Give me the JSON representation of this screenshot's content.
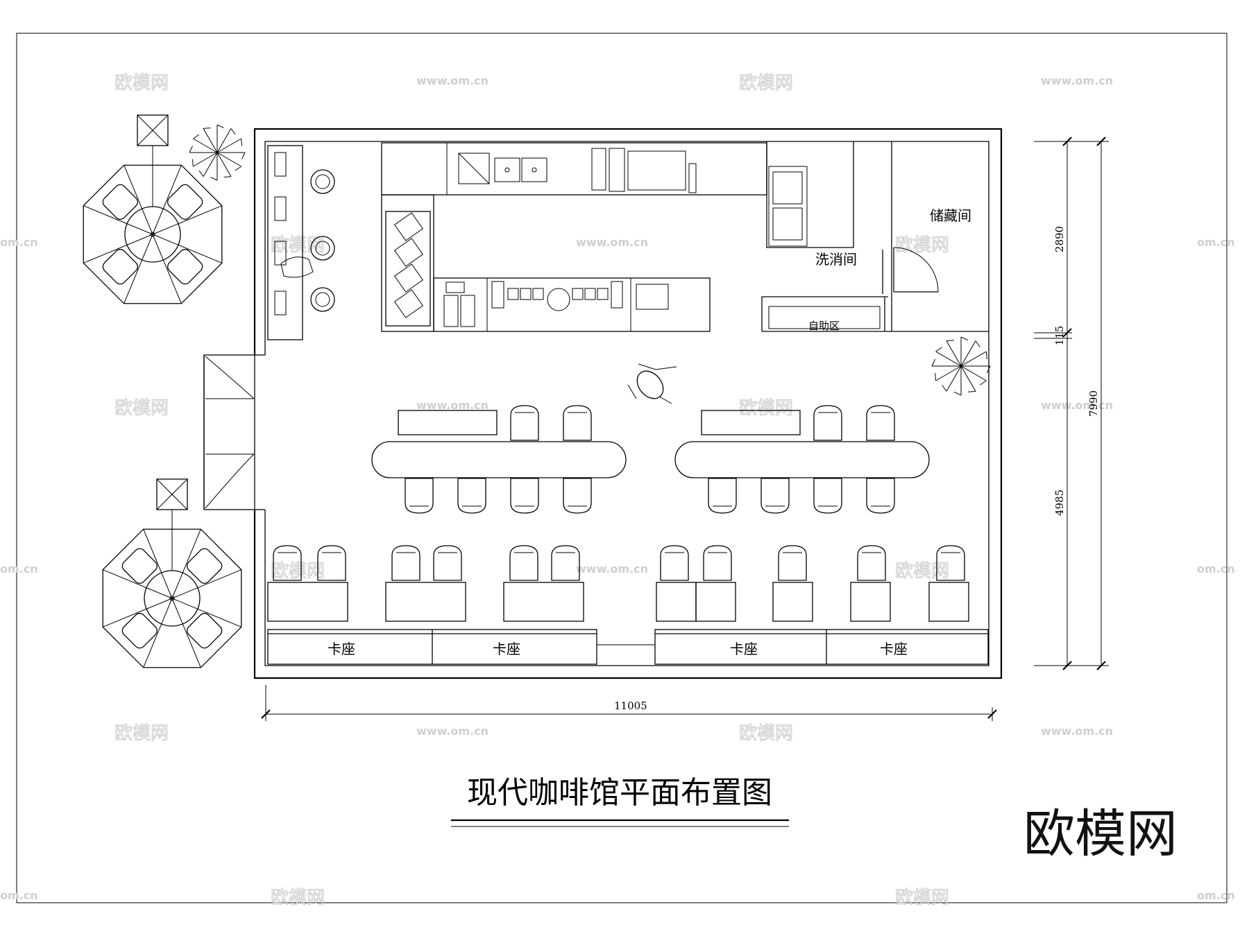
{
  "title": "现代咖啡馆平面布置图",
  "rooms": {
    "storage": "储藏间",
    "wash": "洗消间",
    "self_service": "自助区"
  },
  "booths": [
    "卡座",
    "卡座",
    "卡座",
    "卡座"
  ],
  "dimensions": {
    "total_width": "11005",
    "total_height": "7990",
    "upper_height": "2890",
    "wall_gap": "115",
    "lower_height": "4985"
  },
  "brand": "欧模网",
  "watermark": {
    "logo": "欧模网",
    "url": "www.om.cn",
    "url_short": "om.cn"
  }
}
